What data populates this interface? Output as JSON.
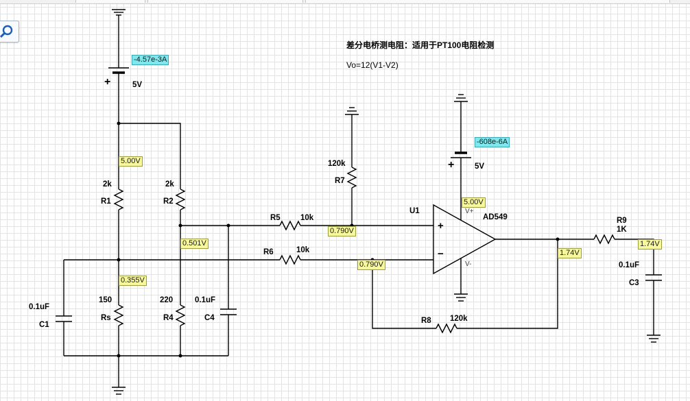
{
  "title": "差分电桥测电阻：适用于PT100电阻检测",
  "formula": "Vo=12(V1-V2)",
  "sources": {
    "v1": {
      "label": "5V",
      "current": "-4.57e-3A"
    },
    "v2": {
      "label": "5V",
      "current": "-608e-6A"
    }
  },
  "components": {
    "r1": {
      "name": "R1",
      "value": "2k"
    },
    "r2": {
      "name": "R2",
      "value": "2k"
    },
    "rs": {
      "name": "Rs",
      "value": "150"
    },
    "r4": {
      "name": "R4",
      "value": "220"
    },
    "r5": {
      "name": "R5",
      "value": "10k"
    },
    "r6": {
      "name": "R6",
      "value": "10k"
    },
    "r7": {
      "name": "R7",
      "value": "120k"
    },
    "r8": {
      "name": "R8",
      "value": "120k"
    },
    "r9": {
      "name": "R9",
      "value": "1K"
    },
    "c1": {
      "name": "C1",
      "value": "0.1uF"
    },
    "c3": {
      "name": "C3",
      "value": "0.1uF"
    },
    "c4": {
      "name": "C4",
      "value": "0.1uF"
    },
    "u1": {
      "name": "U1",
      "part": "AD549",
      "vplus": "V+",
      "vminus": "V-",
      "plus": "+",
      "minus": "−"
    }
  },
  "probes": {
    "top_left": "5.00V",
    "mid_right_bridge": "0.501V",
    "mid_left_bridge": "0.355V",
    "noninv_input": "0.790V",
    "inv_input": "0.790V",
    "opamp_supply": "5.00V",
    "output": "1.74V",
    "output_filtered": "1.74V"
  },
  "colors": {
    "voltage_probe": "#f7f79b",
    "current_probe": "#7fe8ef",
    "grid": "#e3e3e3"
  }
}
